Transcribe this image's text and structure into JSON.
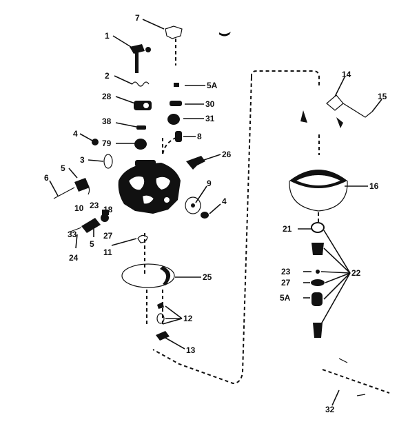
{
  "diagram": {
    "labels": {
      "p7": "7",
      "p1": "1",
      "p2": "2",
      "p28": "28",
      "p38": "38",
      "p79": "79",
      "p4a": "4",
      "p3": "3",
      "p5a": "5",
      "p6": "6",
      "p10": "10",
      "p23a": "23",
      "p18": "18",
      "p27a": "27",
      "p33": "33",
      "p5b": "5",
      "p24": "24",
      "p11": "11",
      "p5A_top": "5A",
      "p30": "30",
      "p31": "31",
      "p8": "8",
      "p26": "26",
      "p9": "9",
      "p4b": "4",
      "p25": "25",
      "p12": "12",
      "p13": "13",
      "p14": "14",
      "p15": "15",
      "p16": "16",
      "p21": "21",
      "p22": "22",
      "p23b": "23",
      "p27b": "27",
      "p5A_right": "5A",
      "p32": "32"
    }
  }
}
